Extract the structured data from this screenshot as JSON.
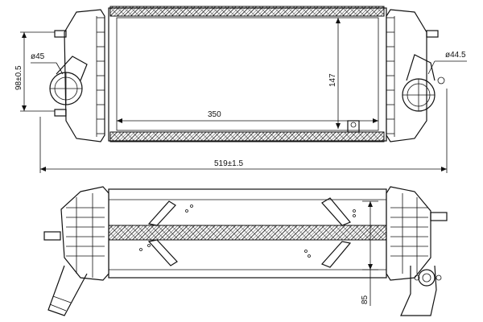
{
  "drawing": {
    "dimensions": {
      "outer_diameter_left": "ø45",
      "outer_diameter_right": "ø44.5",
      "pipe_offset": "98±0.5",
      "core_height": "147",
      "core_width": "350",
      "overall_length": "519±1.5",
      "core_depth": "85"
    },
    "colors": {
      "ink": "#111111",
      "paper": "#ffffff"
    }
  }
}
